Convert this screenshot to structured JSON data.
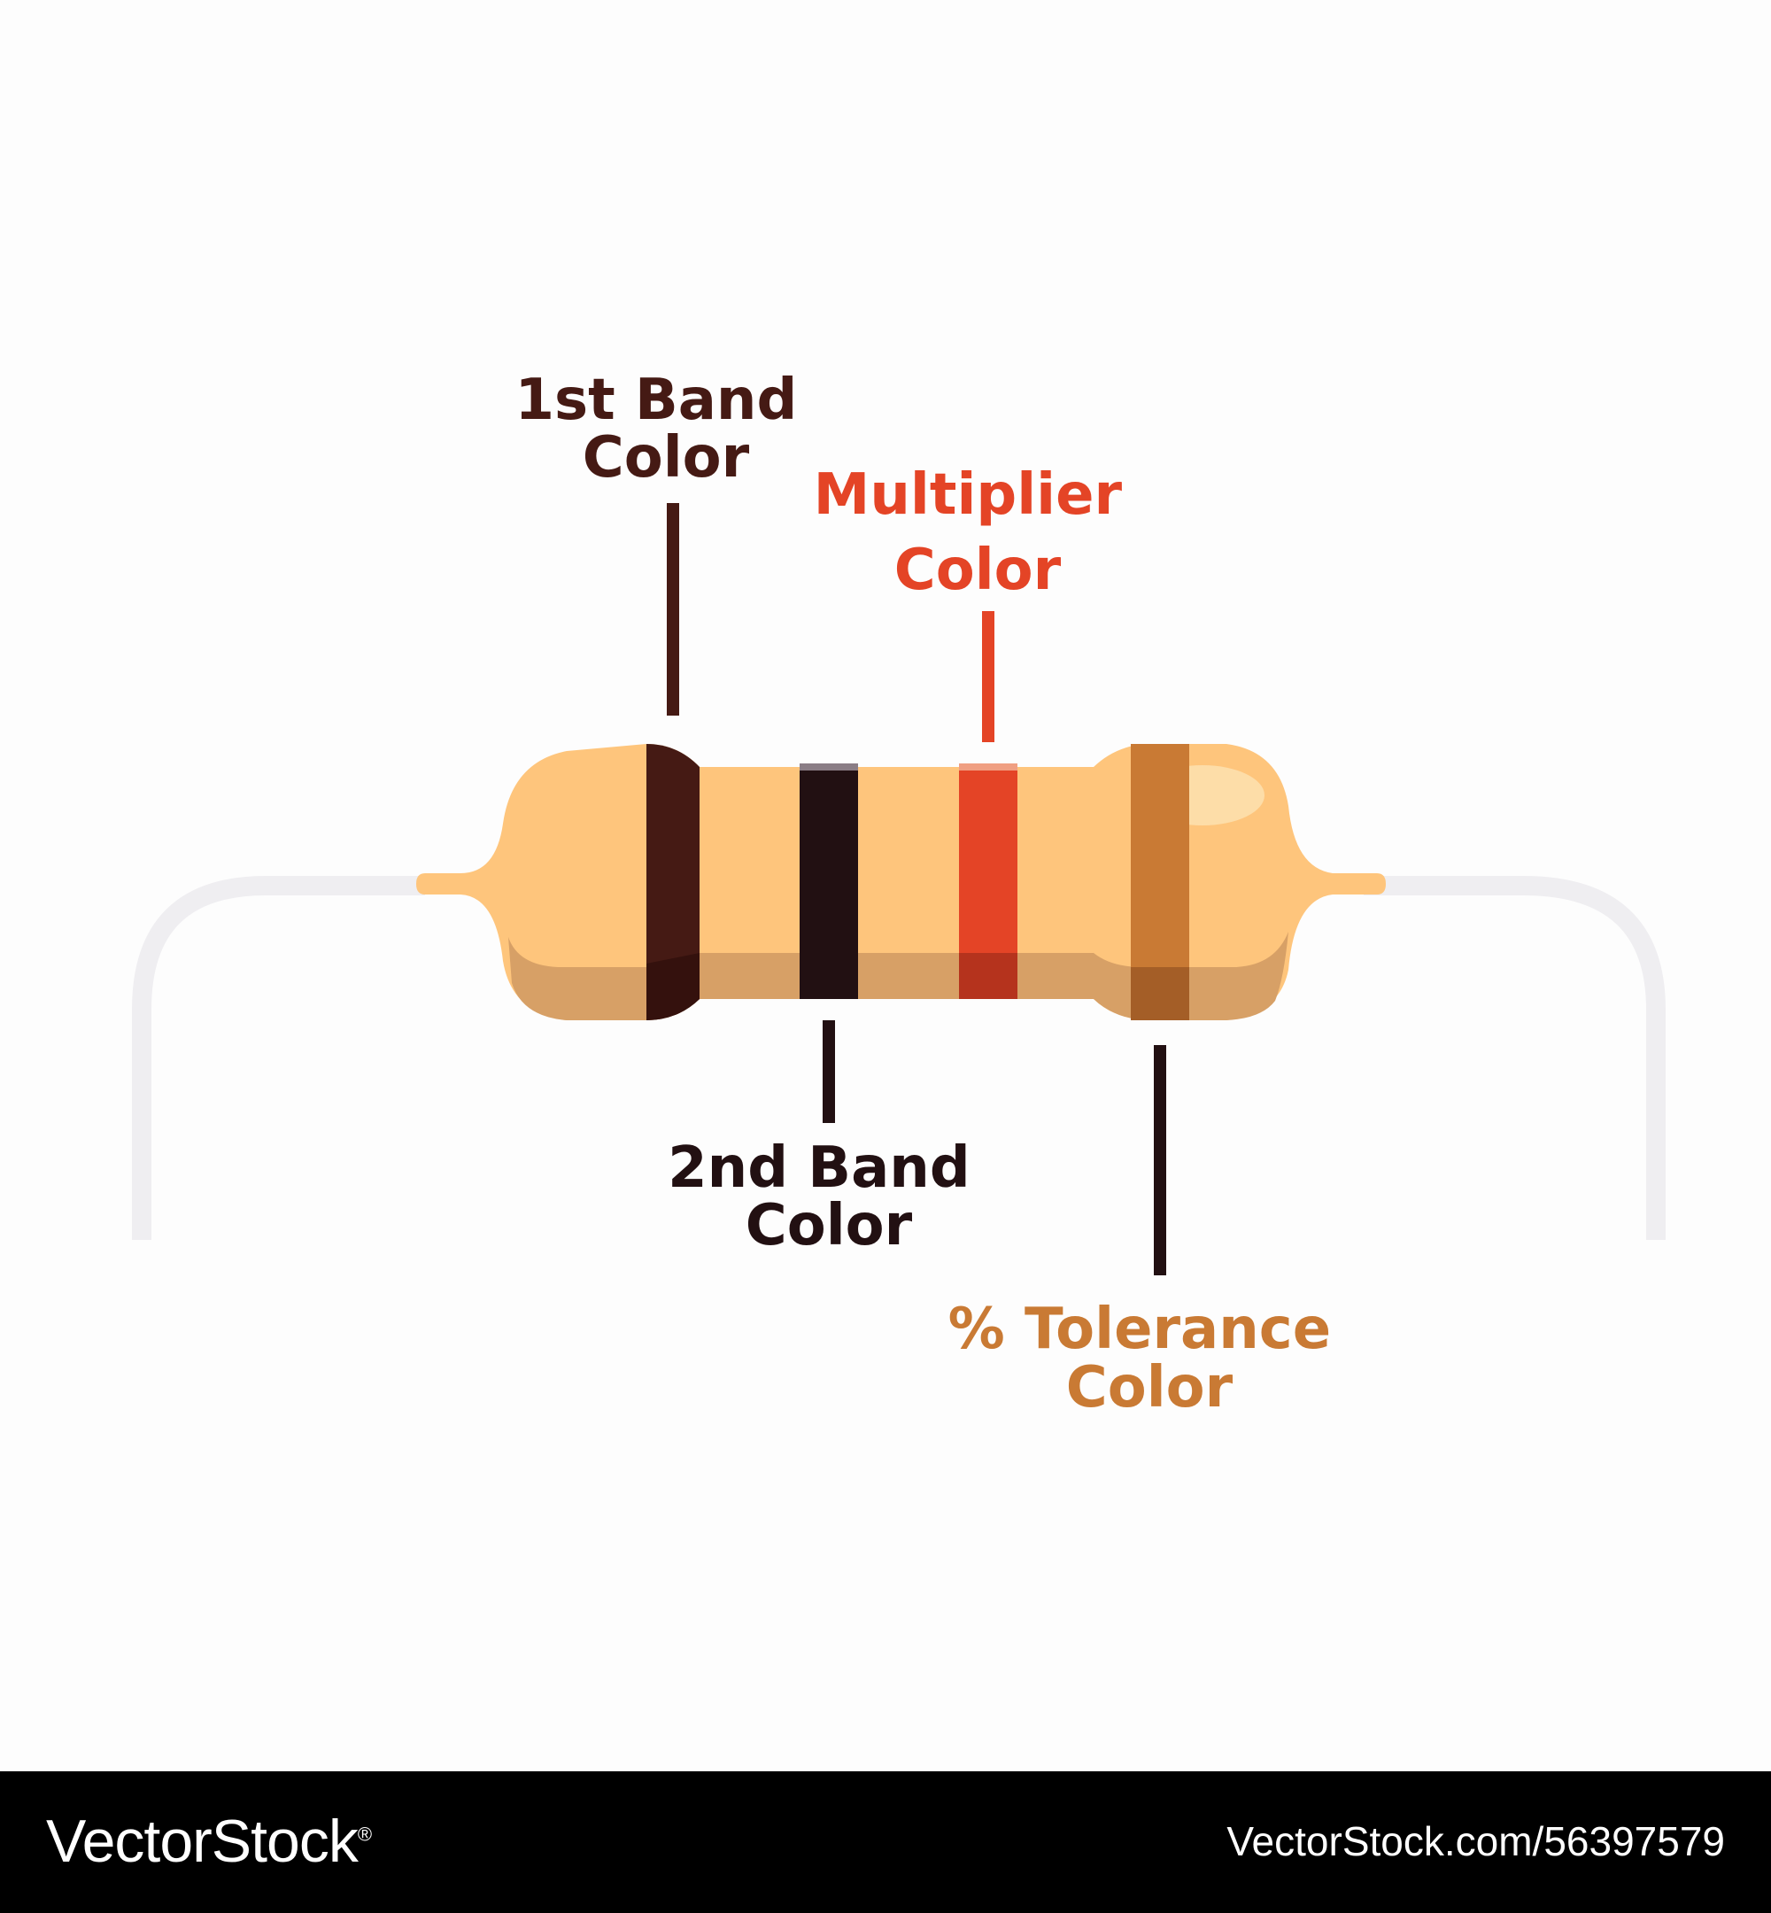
{
  "labels": {
    "first_band": [
      "1st Band",
      "Color"
    ],
    "second_band": [
      "2nd Band",
      "Color"
    ],
    "multiplier": [
      "Multiplier",
      "Color"
    ],
    "tolerance": [
      "% Tolerance",
      "Color"
    ]
  },
  "colors": {
    "background": "#fdfdfd",
    "lead_wire": "#efeef1",
    "body": "#fec57c",
    "body_shadow": "#d7a066",
    "first_band": "#451a14",
    "second_band": "#221012",
    "multiplier_band": "#e44426",
    "tolerance_band": "#c97a34",
    "first_label": "#451a14",
    "second_label": "#221012",
    "multiplier_label": "#e44426",
    "tolerance_label": "#c97a34"
  },
  "icons": [
    "resistor-icon"
  ],
  "footer": {
    "brand": "VectorStock",
    "registered_mark": "®",
    "url": "VectorStock.com/56397579"
  }
}
